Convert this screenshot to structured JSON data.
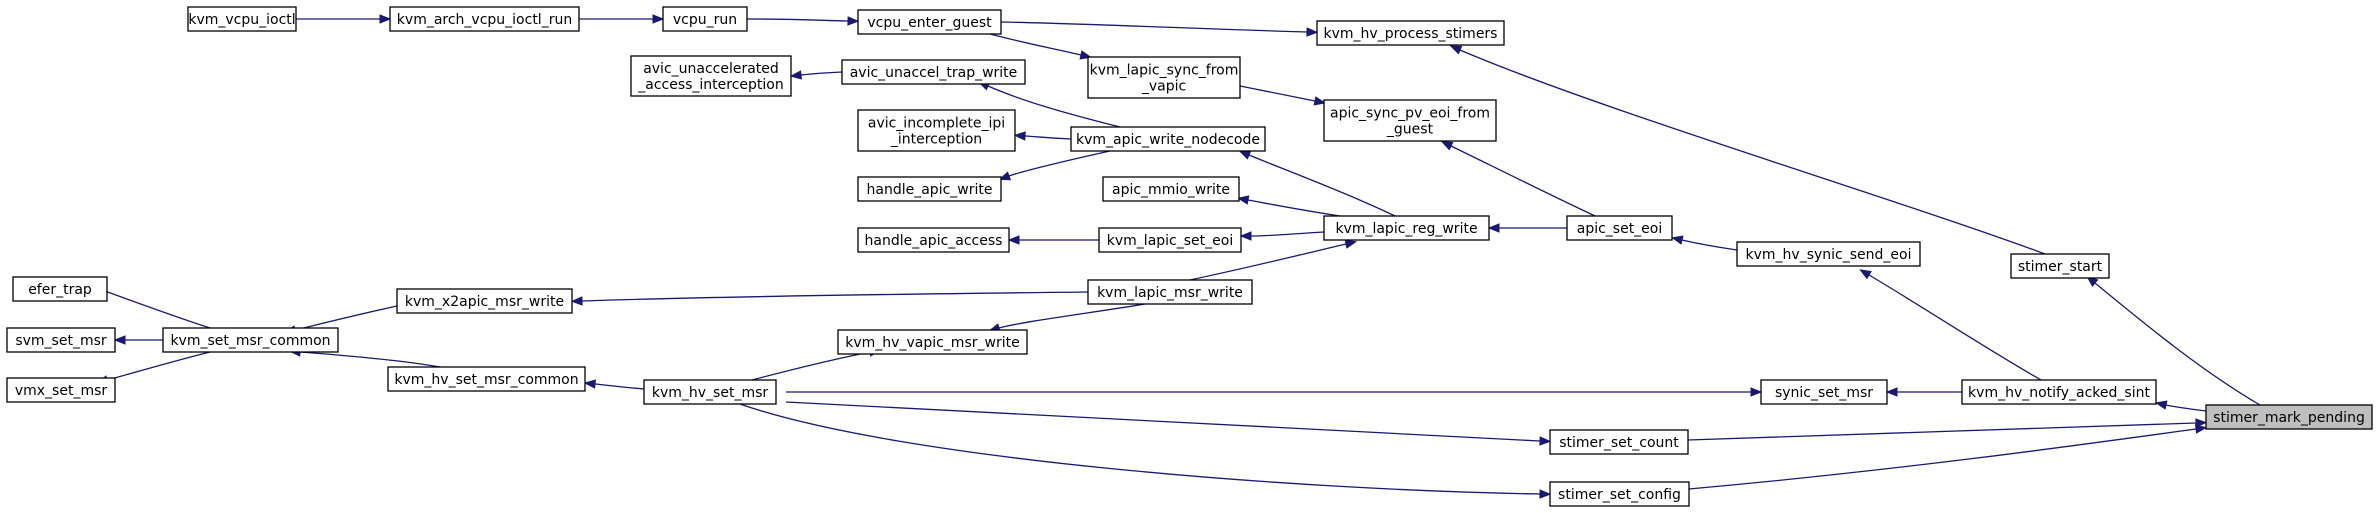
{
  "graph": {
    "colors": {
      "edge": "#191970",
      "node_border": "#000000",
      "node_fill": "#ffffff",
      "focus_fill": "#bfbfbf"
    },
    "nodes": [
      {
        "id": "kvm_vcpu_ioctl",
        "lines": [
          "kvm_vcpu_ioctl"
        ]
      },
      {
        "id": "kvm_arch_vcpu_ioctl_run",
        "lines": [
          "kvm_arch_vcpu_ioctl_run"
        ]
      },
      {
        "id": "vcpu_run",
        "lines": [
          "vcpu_run"
        ]
      },
      {
        "id": "vcpu_enter_guest",
        "lines": [
          "vcpu_enter_guest"
        ]
      },
      {
        "id": "kvm_hv_process_stimers",
        "lines": [
          "kvm_hv_process_stimers"
        ]
      },
      {
        "id": "avic_unaccelerated_access_interception",
        "lines": [
          "avic_unaccelerated",
          "_access_interception"
        ]
      },
      {
        "id": "avic_unaccel_trap_write",
        "lines": [
          "avic_unaccel_trap_write"
        ]
      },
      {
        "id": "kvm_lapic_sync_from_vapic",
        "lines": [
          "kvm_lapic_sync_from",
          "_vapic"
        ]
      },
      {
        "id": "apic_sync_pv_eoi_from_guest",
        "lines": [
          "apic_sync_pv_eoi_from",
          "_guest"
        ]
      },
      {
        "id": "avic_incomplete_ipi_interception",
        "lines": [
          "avic_incomplete_ipi",
          "_interception"
        ]
      },
      {
        "id": "kvm_apic_write_nodecode",
        "lines": [
          "kvm_apic_write_nodecode"
        ]
      },
      {
        "id": "handle_apic_write",
        "lines": [
          "handle_apic_write"
        ]
      },
      {
        "id": "apic_mmio_write",
        "lines": [
          "apic_mmio_write"
        ]
      },
      {
        "id": "kvm_lapic_reg_write",
        "lines": [
          "kvm_lapic_reg_write"
        ]
      },
      {
        "id": "apic_set_eoi",
        "lines": [
          "apic_set_eoi"
        ]
      },
      {
        "id": "handle_apic_access",
        "lines": [
          "handle_apic_access"
        ]
      },
      {
        "id": "kvm_lapic_set_eoi",
        "lines": [
          "kvm_lapic_set_eoi"
        ]
      },
      {
        "id": "kvm_hv_synic_send_eoi",
        "lines": [
          "kvm_hv_synic_send_eoi"
        ]
      },
      {
        "id": "stimer_start",
        "lines": [
          "stimer_start"
        ]
      },
      {
        "id": "efer_trap",
        "lines": [
          "efer_trap"
        ]
      },
      {
        "id": "kvm_x2apic_msr_write",
        "lines": [
          "kvm_x2apic_msr_write"
        ]
      },
      {
        "id": "kvm_lapic_msr_write",
        "lines": [
          "kvm_lapic_msr_write"
        ]
      },
      {
        "id": "svm_set_msr",
        "lines": [
          "svm_set_msr"
        ]
      },
      {
        "id": "kvm_set_msr_common",
        "lines": [
          "kvm_set_msr_common"
        ]
      },
      {
        "id": "kvm_hv_vapic_msr_write",
        "lines": [
          "kvm_hv_vapic_msr_write"
        ]
      },
      {
        "id": "vmx_set_msr",
        "lines": [
          "vmx_set_msr"
        ]
      },
      {
        "id": "kvm_hv_set_msr_common",
        "lines": [
          "kvm_hv_set_msr_common"
        ]
      },
      {
        "id": "kvm_hv_set_msr",
        "lines": [
          "kvm_hv_set_msr"
        ]
      },
      {
        "id": "synic_set_msr",
        "lines": [
          "synic_set_msr"
        ]
      },
      {
        "id": "kvm_hv_notify_acked_sint",
        "lines": [
          "kvm_hv_notify_acked_sint"
        ]
      },
      {
        "id": "stimer_mark_pending",
        "lines": [
          "stimer_mark_pending"
        ],
        "focus": true
      },
      {
        "id": "stimer_set_count",
        "lines": [
          "stimer_set_count"
        ]
      },
      {
        "id": "stimer_set_config",
        "lines": [
          "stimer_set_config"
        ]
      }
    ],
    "edges": [
      {
        "from": "kvm_vcpu_ioctl",
        "to": "kvm_arch_vcpu_ioctl_run"
      },
      {
        "from": "kvm_arch_vcpu_ioctl_run",
        "to": "vcpu_run"
      },
      {
        "from": "vcpu_run",
        "to": "vcpu_enter_guest"
      },
      {
        "from": "vcpu_enter_guest",
        "to": "kvm_hv_process_stimers"
      },
      {
        "from": "vcpu_enter_guest",
        "to": "kvm_lapic_sync_from_vapic"
      },
      {
        "from": "kvm_lapic_sync_from_vapic",
        "to": "apic_sync_pv_eoi_from_guest"
      },
      {
        "from": "avic_unaccel_trap_write",
        "to": "avic_unaccelerated_access_interception"
      },
      {
        "from": "kvm_apic_write_nodecode",
        "to": "avic_unaccel_trap_write"
      },
      {
        "from": "kvm_apic_write_nodecode",
        "to": "avic_incomplete_ipi_interception"
      },
      {
        "from": "kvm_apic_write_nodecode",
        "to": "handle_apic_write"
      },
      {
        "from": "kvm_lapic_reg_write",
        "to": "kvm_apic_write_nodecode"
      },
      {
        "from": "kvm_lapic_reg_write",
        "to": "apic_mmio_write"
      },
      {
        "from": "kvm_lapic_reg_write",
        "to": "kvm_lapic_set_eoi"
      },
      {
        "from": "kvm_lapic_reg_write",
        "to": "kvm_lapic_msr_write"
      },
      {
        "from": "kvm_lapic_set_eoi",
        "to": "handle_apic_access"
      },
      {
        "from": "apic_set_eoi",
        "to": "kvm_lapic_reg_write"
      },
      {
        "from": "apic_set_eoi",
        "to": "apic_sync_pv_eoi_from_guest"
      },
      {
        "from": "kvm_hv_synic_send_eoi",
        "to": "apic_set_eoi"
      },
      {
        "from": "kvm_hv_notify_acked_sint",
        "to": "kvm_hv_synic_send_eoi"
      },
      {
        "from": "kvm_hv_notify_acked_sint",
        "to": "synic_set_msr"
      },
      {
        "from": "stimer_start",
        "to": "kvm_hv_process_stimers"
      },
      {
        "from": "stimer_mark_pending",
        "to": "stimer_start"
      },
      {
        "from": "stimer_mark_pending",
        "to": "kvm_hv_notify_acked_sint"
      },
      {
        "from": "stimer_mark_pending",
        "to": "stimer_set_count"
      },
      {
        "from": "stimer_mark_pending",
        "to": "stimer_set_config"
      },
      {
        "from": "kvm_lapic_msr_write",
        "to": "kvm_x2apic_msr_write"
      },
      {
        "from": "kvm_lapic_msr_write",
        "to": "kvm_hv_vapic_msr_write"
      },
      {
        "from": "kvm_x2apic_msr_write",
        "to": "kvm_set_msr_common"
      },
      {
        "from": "kvm_set_msr_common",
        "to": "efer_trap"
      },
      {
        "from": "kvm_set_msr_common",
        "to": "svm_set_msr"
      },
      {
        "from": "kvm_set_msr_common",
        "to": "vmx_set_msr"
      },
      {
        "from": "kvm_hv_set_msr_common",
        "to": "kvm_set_msr_common"
      },
      {
        "from": "kvm_hv_set_msr",
        "to": "kvm_hv_set_msr_common"
      },
      {
        "from": "kvm_hv_vapic_msr_write",
        "to": "kvm_hv_set_msr"
      },
      {
        "from": "synic_set_msr",
        "to": "kvm_hv_set_msr"
      },
      {
        "from": "stimer_set_count",
        "to": "kvm_hv_set_msr"
      },
      {
        "from": "stimer_set_config",
        "to": "kvm_hv_set_msr"
      }
    ]
  }
}
